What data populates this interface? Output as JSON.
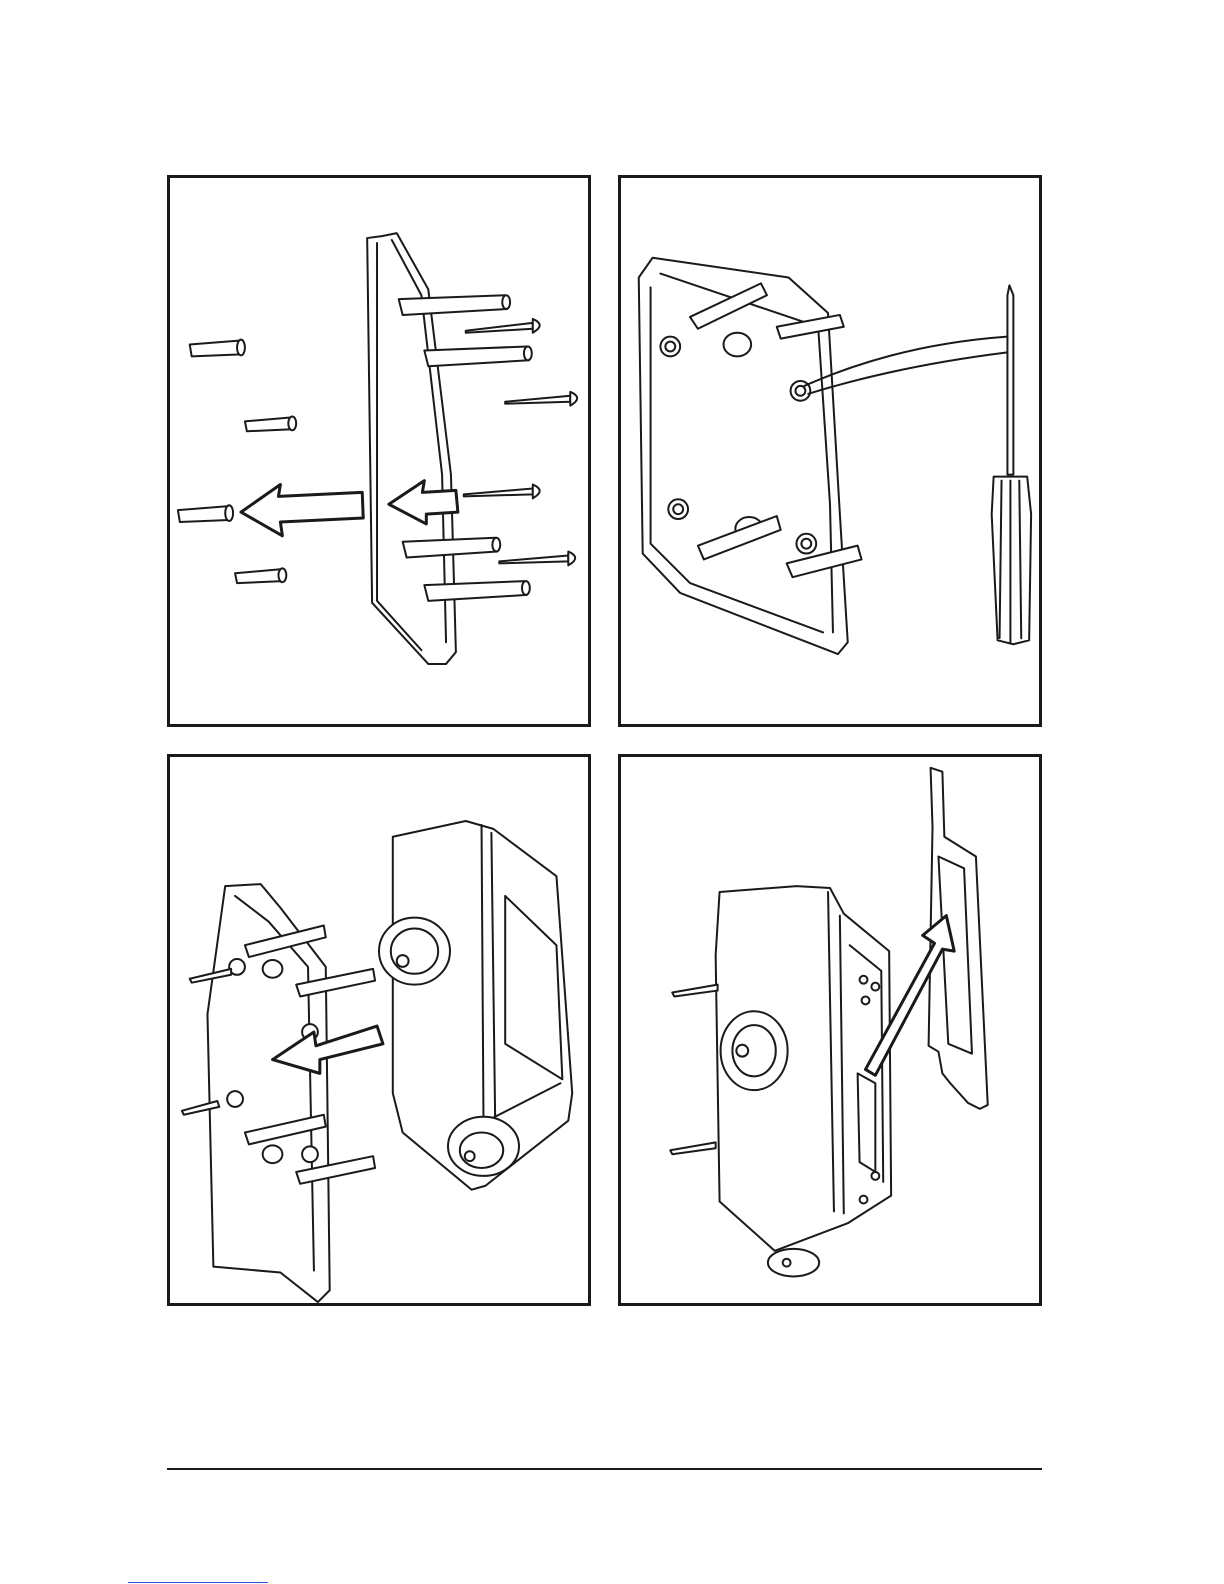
{
  "document": {
    "panels": [
      {
        "id": "p1",
        "depicts": "mounting-plate-with-wall-plugs-and-screws"
      },
      {
        "id": "p2",
        "depicts": "mounting-plate-with-screwdriver"
      },
      {
        "id": "p3",
        "depicts": "device-attaching-to-mounting-plate"
      },
      {
        "id": "p4",
        "depicts": "device-with-front-cover"
      }
    ]
  },
  "colors": {
    "stroke": "#1a1a1a",
    "fill": "#ffffff",
    "rule": "#1a1a1a",
    "link_underline": "#2b5bd7"
  }
}
